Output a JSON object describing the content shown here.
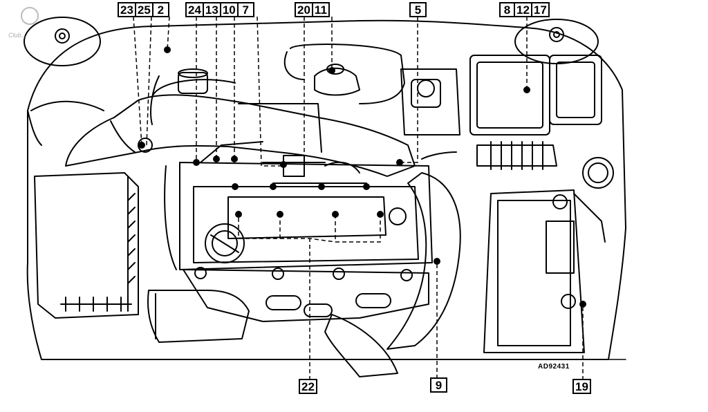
{
  "figure_code": "AD92431",
  "watermark_text": "Club...",
  "callouts": {
    "c23_25_2": [
      "23",
      "25",
      "2"
    ],
    "c24_13_10_7": [
      "24",
      "13",
      "10",
      "7"
    ],
    "c20_11": [
      "20",
      "11"
    ],
    "c5": [
      "5"
    ],
    "c8_12_17": [
      "8",
      "12",
      "17"
    ],
    "c22": [
      "22"
    ],
    "c9": [
      "9"
    ],
    "c19": [
      "19"
    ]
  },
  "colors": {
    "line": "#000000",
    "background": "#ffffff"
  }
}
